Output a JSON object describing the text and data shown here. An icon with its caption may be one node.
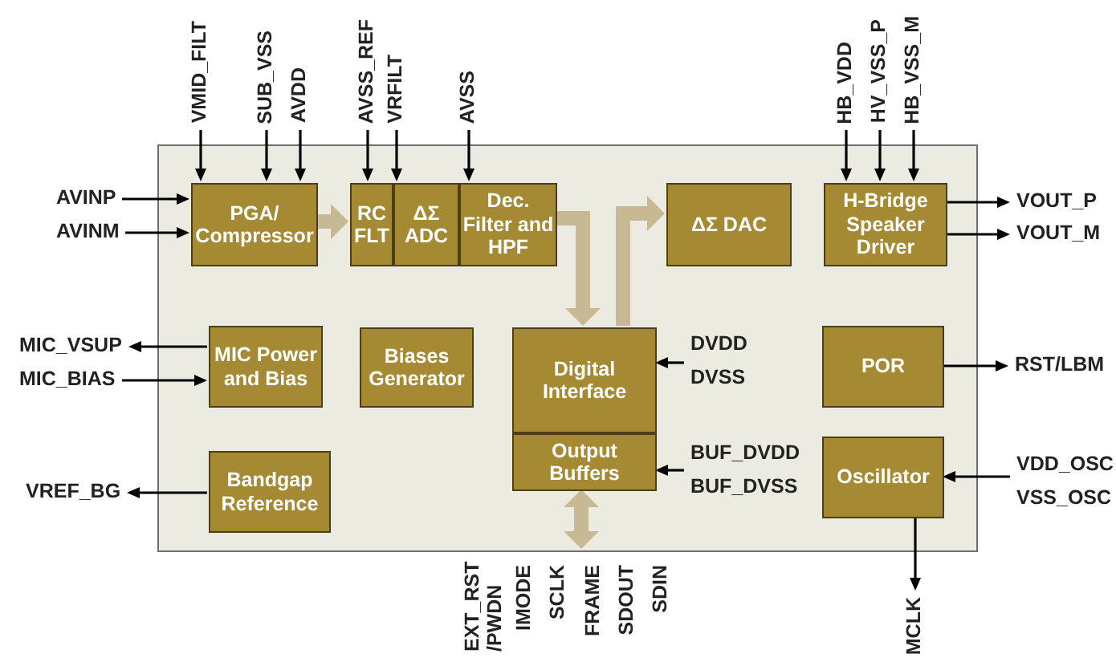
{
  "diagram": {
    "nodes": [
      {
        "text": [],
        "shape": "box"
      },
      {
        "text": [
          "PGA/ Compressor"
        ],
        "in": 0
      },
      {
        "text": [
          "RC FLT"
        ],
        "in": 0
      },
      {
        "text": [
          "ΔΣ ADC"
        ],
        "in": 0
      },
      {
        "text": [
          "Dec. Filter and HPF"
        ],
        "in": 0
      },
      {
        "text": [
          "ΔΣ DAC"
        ],
        "in": 0
      },
      {
        "text": [
          "H-Bridge Speaker Driver"
        ],
        "in": 0
      },
      {
        "text": [
          "MIC Power and Bias"
        ],
        "in": 0
      },
      {
        "text": [
          "Biases Generator"
        ],
        "in": 0
      },
      {
        "text": [
          "Digital Interface"
        ],
        "in": 0
      },
      {
        "text": [
          "Output Buffers"
        ],
        "in": 0
      },
      {
        "text": [
          "POR"
        ],
        "in": 0
      },
      {
        "text": [
          "Bandgap Reference"
        ],
        "in": 0
      },
      {
        "text": [
          "Oscillator"
        ],
        "in": 0
      },
      {
        "text": [
          "VMID_FILT"
        ]
      },
      {
        "text": [
          "SUB_VSS"
        ]
      },
      {
        "text": [
          "AVDD"
        ]
      },
      {
        "text": [
          "AVSS_REF"
        ]
      },
      {
        "text": [
          "VRFILT"
        ]
      },
      {
        "text": [
          "AVSS"
        ]
      },
      {
        "text": [
          "HB_VDD"
        ]
      },
      {
        "text": [
          "HV_VSS_P"
        ]
      },
      {
        "text": [
          "HB_VSS_M"
        ]
      },
      {
        "text": [
          "AVINP"
        ]
      },
      {
        "text": [
          "AVINM"
        ]
      },
      {
        "text": [
          "VOUT_P"
        ]
      },
      {
        "text": [
          "VOUT_M"
        ]
      },
      {
        "text": [
          "MIC_VSUP"
        ]
      },
      {
        "text": [
          "MIC_BIAS"
        ]
      },
      {
        "text": [
          "RST/LBM"
        ]
      },
      {
        "text": [
          "VREF_BG"
        ]
      },
      {
        "text": [
          "DVDD"
        ],
        "in": 0
      },
      {
        "text": [
          "DVSS"
        ],
        "in": 0
      },
      {
        "text": [
          "BUF_DVDD"
        ],
        "in": 0
      },
      {
        "text": [
          "BUF_DVSS"
        ],
        "in": 0
      },
      {
        "text": [
          "VDD_OSC"
        ]
      },
      {
        "text": [
          "VSS_OSC"
        ]
      },
      {
        "text": [
          "MCLK"
        ]
      }
    ],
    "edges": [
      {
        "from": 14,
        "to": 1,
        "arrow": "to"
      },
      {
        "from": 15,
        "to": 1,
        "arrow": "to"
      },
      {
        "from": 16,
        "to": 1,
        "arrow": "to"
      },
      {
        "from": 17,
        "to": 2,
        "arrow": "to"
      },
      {
        "from": 18,
        "to": 3,
        "arrow": "to"
      },
      {
        "from": 19,
        "to": 4,
        "arrow": "to"
      },
      {
        "from": 20,
        "to": 6,
        "arrow": "to"
      },
      {
        "from": 21,
        "to": 6,
        "arrow": "to"
      },
      {
        "from": 22,
        "to": 6,
        "arrow": "to"
      },
      {
        "from": 23,
        "to": 1,
        "arrow": "to"
      },
      {
        "from": 24,
        "to": 1,
        "arrow": "to"
      },
      {
        "from": 6,
        "to": 25,
        "arrow": "to"
      },
      {
        "from": 6,
        "to": 26,
        "arrow": "to"
      },
      {
        "from": 7,
        "to": 27,
        "arrow": "to"
      },
      {
        "from": 28,
        "to": 7,
        "arrow": "to"
      },
      {
        "from": 11,
        "to": 29,
        "arrow": "to"
      },
      {
        "from": 12,
        "to": 30,
        "arrow": "to"
      },
      {
        "from": 31,
        "to": 9,
        "arrow": "to"
      },
      {
        "from": 32,
        "to": 9,
        "arrow": "to"
      },
      {
        "from": 33,
        "to": 10,
        "arrow": "to"
      },
      {
        "from": 34,
        "to": 10,
        "arrow": "to"
      },
      {
        "from": 35,
        "to": 13,
        "arrow": "to"
      },
      {
        "from": 36,
        "to": 13,
        "arrow": "to"
      },
      {
        "from": 13,
        "to": 37,
        "arrow": "to"
      },
      {
        "from": 1,
        "to": 2,
        "arrow": "to",
        "style": "thick",
        "color": "#c8b995"
      },
      {
        "from": 4,
        "to": 9,
        "arrow": "to",
        "style": "thick",
        "color": "#c8b995"
      },
      {
        "from": 9,
        "to": 5,
        "arrow": "to",
        "style": "thick",
        "color": "#c8b995"
      },
      {
        "from": 10,
        "to": null,
        "arrow": "both",
        "style": "thick",
        "color": "#c8b995"
      }
    ],
    "labels": [
      "EXT_RST /PWDN",
      "IMODE",
      "SCLK",
      "FRAME",
      "SDOUT",
      "SDIN"
    ]
  }
}
